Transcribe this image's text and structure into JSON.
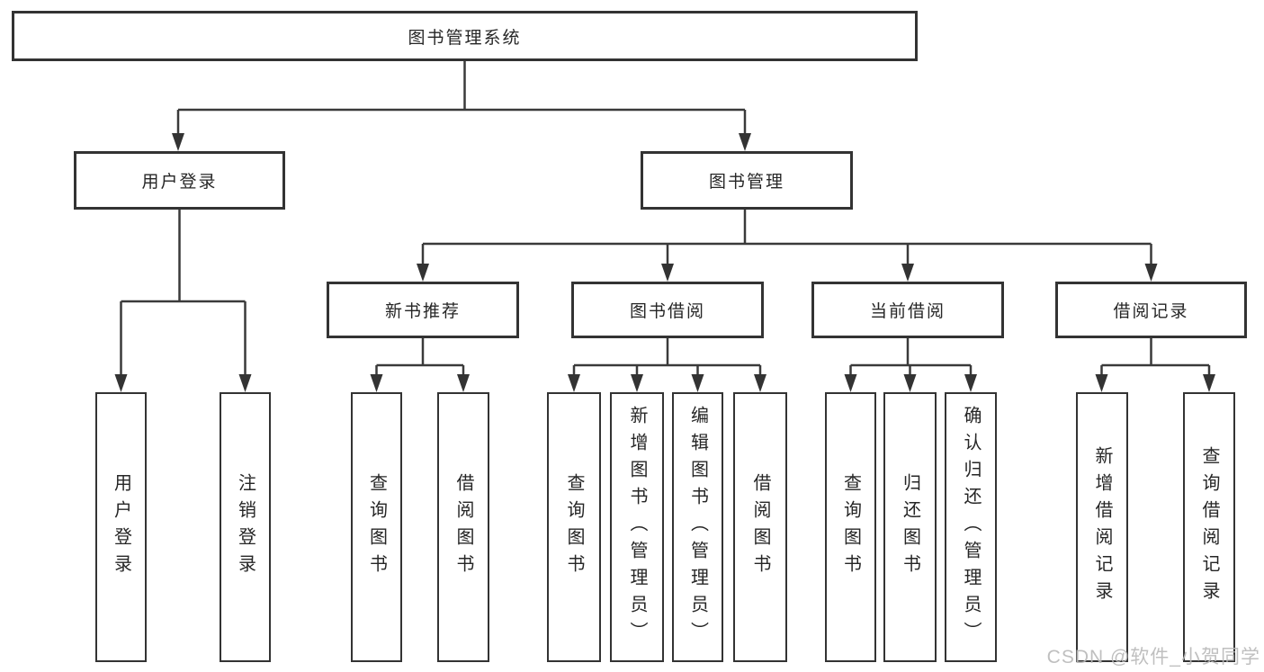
{
  "diagram": {
    "root": {
      "label": "图书管理系统"
    },
    "branches": [
      {
        "label": "用户登录",
        "children": [
          {
            "label": "用户登录"
          },
          {
            "label": "注销登录"
          }
        ]
      },
      {
        "label": "图书管理",
        "children": [
          {
            "label": "新书推荐",
            "children": [
              {
                "label": "查询图书"
              },
              {
                "label": "借阅图书"
              }
            ]
          },
          {
            "label": "图书借阅",
            "children": [
              {
                "label": "查询图书"
              },
              {
                "label": "新增图书（管理员）"
              },
              {
                "label": "编辑图书（管理员）"
              },
              {
                "label": "借阅图书"
              }
            ]
          },
          {
            "label": "当前借阅",
            "children": [
              {
                "label": "查询图书"
              },
              {
                "label": "归还图书"
              },
              {
                "label": "确认归还（管理员）"
              }
            ]
          },
          {
            "label": "借阅记录",
            "children": [
              {
                "label": "新增借阅记录"
              },
              {
                "label": "查询借阅记录"
              }
            ]
          }
        ]
      }
    ],
    "watermark": "CSDN @软件_小贺同学",
    "colors": {
      "line": "#3a3a3a",
      "border": "#333333",
      "text": "#262626",
      "watermark": "#b9b9b9"
    }
  }
}
